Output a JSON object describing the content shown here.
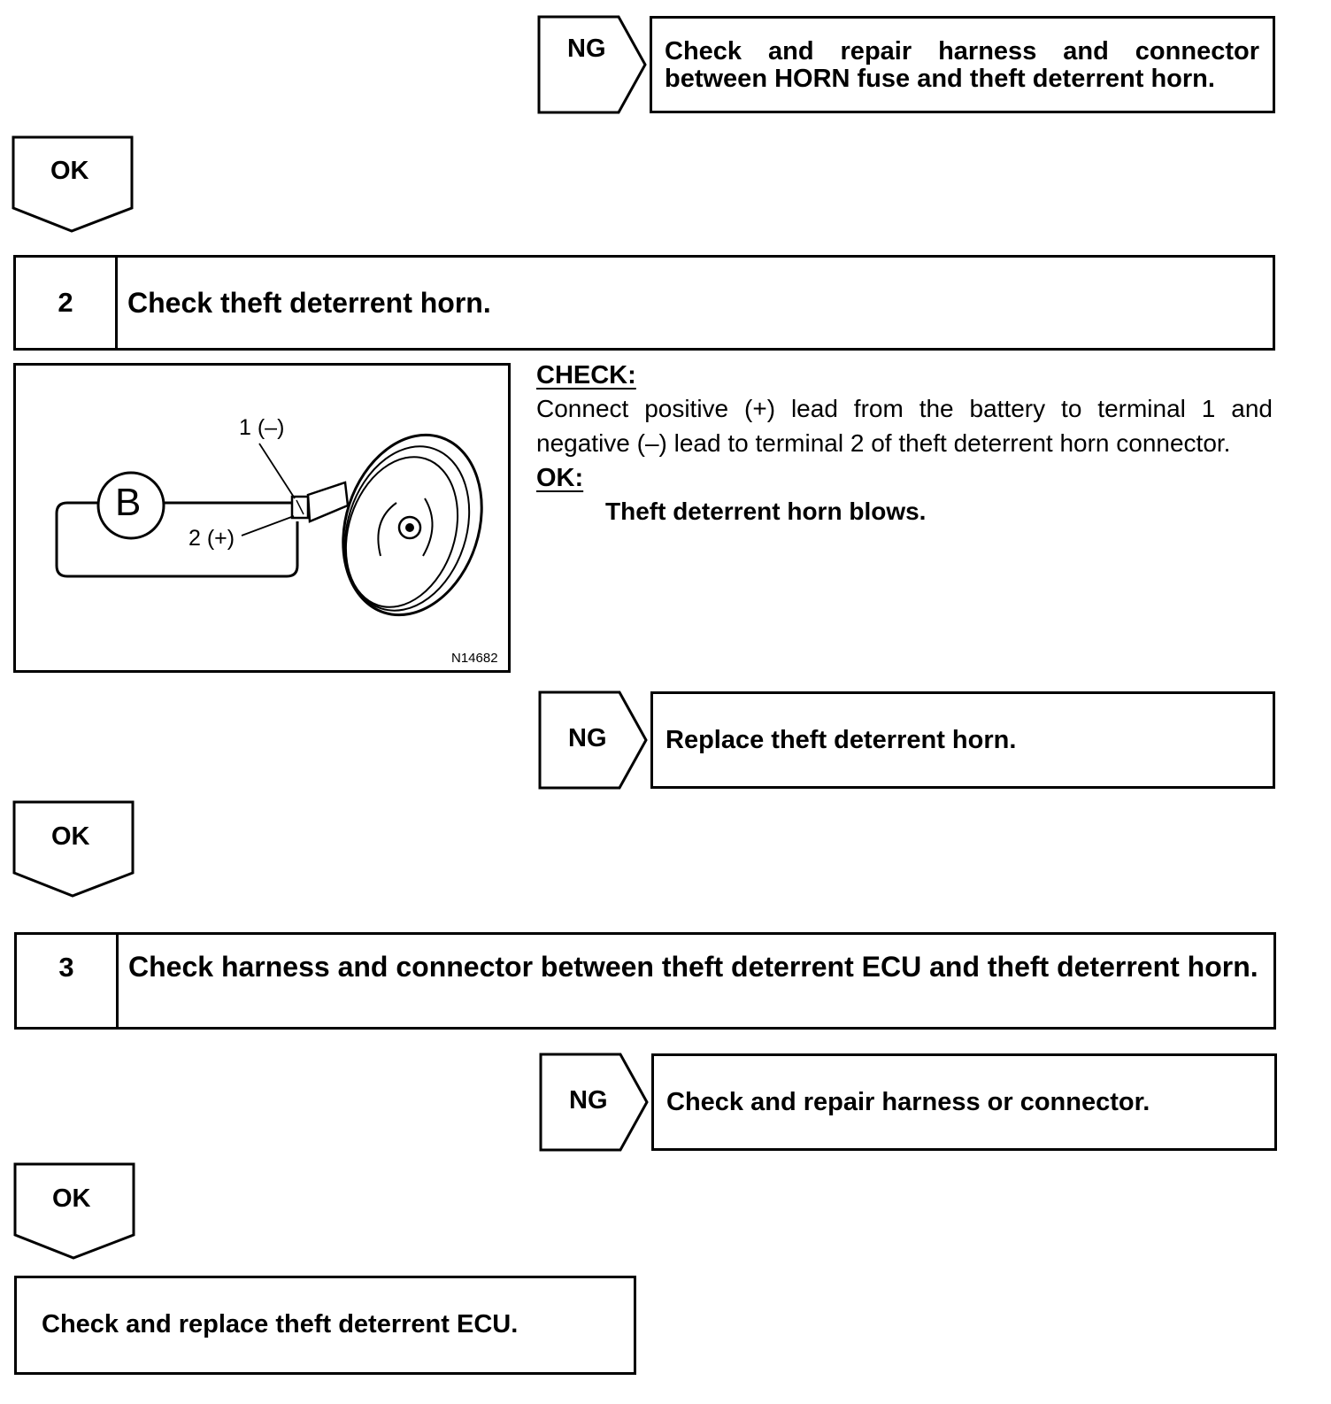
{
  "flow": {
    "ng_label": "NG",
    "ok_label": "OK",
    "ng1_text": "Check and repair harness and connector between HORN fuse and theft deterrent horn.",
    "step2": {
      "number": "2",
      "title": "Check theft deterrent horn."
    },
    "check": {
      "heading": "CHECK:",
      "text": "Connect positive (+) lead from the battery to terminal 1 and negative (–) lead to terminal 2 of theft deterrent horn connector.",
      "ok_heading": "OK:",
      "ok_result": "Theft deterrent horn blows."
    },
    "figure": {
      "battery_label": "B",
      "terminal1_label": "1 (–)",
      "terminal2_label": "2 (+)",
      "figure_code": "N14682"
    },
    "ng2_text": "Replace theft deterrent horn.",
    "step3": {
      "number": "3",
      "title": "Check harness and connector between theft deterrent ECU and theft deterrent horn."
    },
    "ng3_text": "Check and repair harness or connector.",
    "final_text": "Check and replace theft deterrent ECU."
  }
}
